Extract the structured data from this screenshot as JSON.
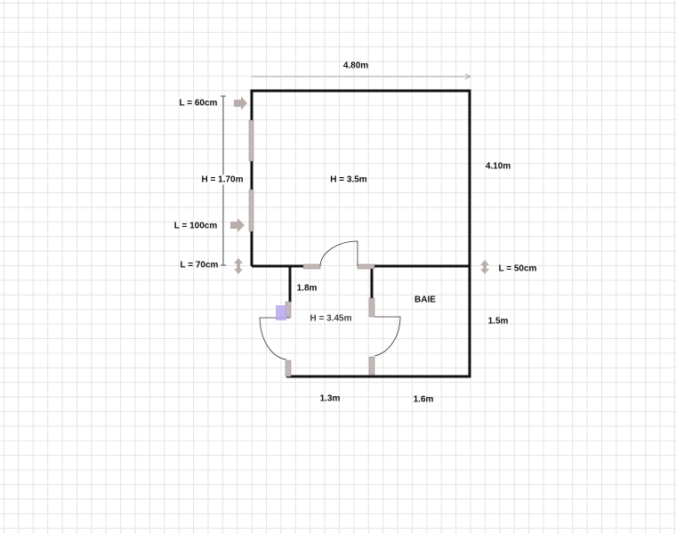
{
  "labels": {
    "width_top": "4.80m",
    "height_right": "4.10m",
    "room_height_main": "H = 3.5m",
    "window_height": "H = 1.70m",
    "window_top": "L = 60cm",
    "window_bottom": "L = 100cm",
    "door_left": "L = 70cm",
    "door_right": "L = 50cm",
    "corridor_depth": "1.8m",
    "room_height_lower": "H = 3.45m",
    "bay_label": "BAIE",
    "bay_height": "1.5m",
    "bottom_left_width": "1.3m",
    "bottom_right_width": "1.6m"
  },
  "colors": {
    "wall": "#111111",
    "opening": "#b9aeaa",
    "accent": "#b9a7f0"
  }
}
